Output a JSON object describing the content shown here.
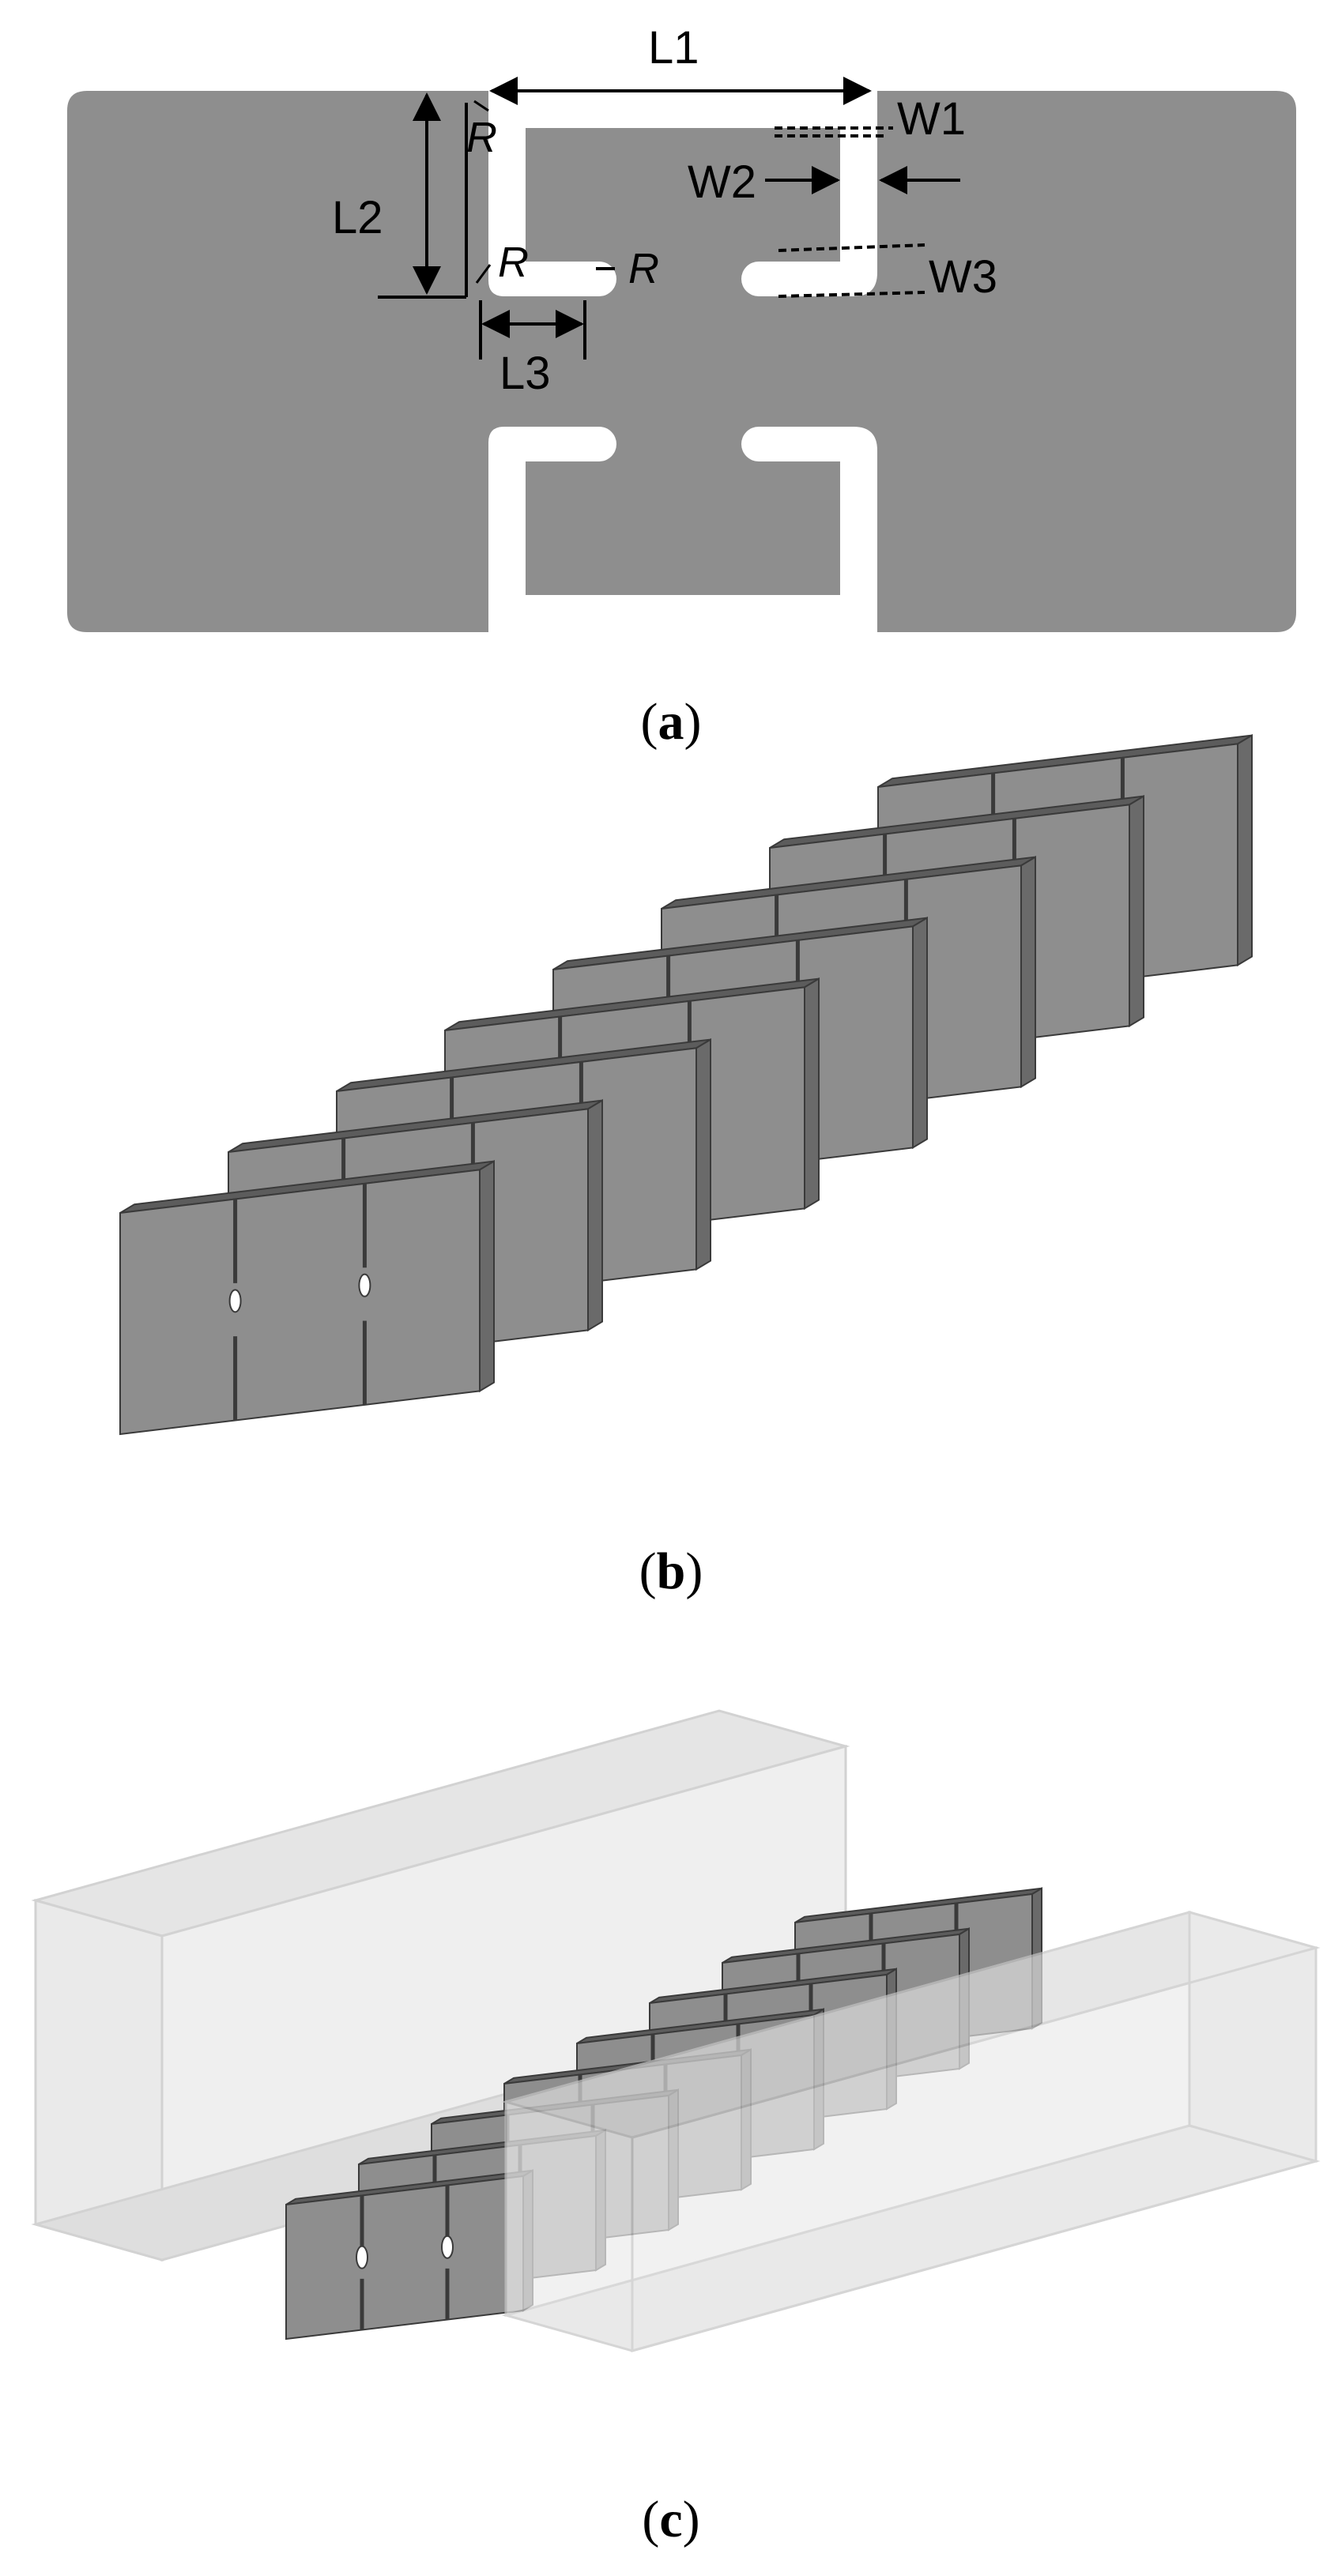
{
  "panel_a": {
    "labels": {
      "l1": "L1",
      "l2": "L2",
      "l3": "L3",
      "w1": "W1",
      "w2": "W2",
      "w3": "W3",
      "r": "R"
    },
    "caption": {
      "open": "(",
      "letter": "a",
      "close": ")"
    }
  },
  "panel_b": {
    "caption": {
      "open": "(",
      "letter": "b",
      "close": ")"
    },
    "resonator_count": 8
  },
  "panel_c": {
    "caption": {
      "open": "(",
      "letter": "c",
      "close": ")"
    },
    "resonator_count": 8
  },
  "colors": {
    "metal": "#8e8e8e",
    "metal_top": "#5c5c5c",
    "metal_side": "#6a6a6a",
    "outline": "#3a3a3a",
    "waveguide": "#d6d6d6",
    "waveguide_edge": "#bdbdbd",
    "slot": "#ffffff"
  }
}
